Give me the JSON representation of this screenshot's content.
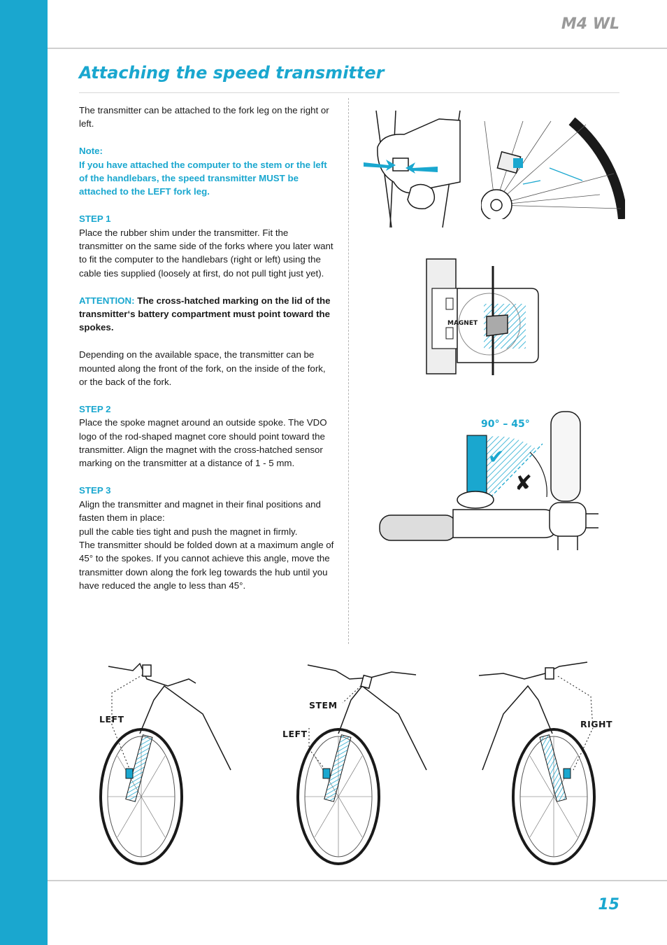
{
  "header": {
    "model": "M4 WL"
  },
  "section": {
    "title": "Attaching the speed transmitter"
  },
  "intro": "The transmitter can be attached to the fork leg on the right or left.",
  "note": {
    "label": "Note:",
    "text": "If you have attached the computer to the stem or the left of the handlebars, the speed transmitter MUST be attached to the LEFT fork leg."
  },
  "step1": {
    "label": "STEP 1",
    "text": "Place the rubber shim under the transmitter. Fit the transmitter on the same side of the forks where you later want to fit the computer to the handlebars (right or left) using the cable ties supplied (loosely at first, do not pull tight just yet)."
  },
  "attention": {
    "label": "ATTENTION:",
    "text": "The cross-hatched marking on the lid of the transmitter‘s battery compartment must point toward the spokes."
  },
  "mounting": "Depending on the available space, the transmitter can be mounted along the front of the fork, on the inside of the fork, or the back of the fork.",
  "step2": {
    "label": "STEP 2",
    "text": "Place the spoke magnet around an outside spoke. The VDO logo of the rod-shaped magnet core should point toward the transmitter. Align the magnet with the cross-hatched sensor marking on the transmitter at a distance of 1 - 5 mm."
  },
  "step3": {
    "label": "STEP 3",
    "line1": "Align the transmitter and magnet in their final positions and fasten them in place:",
    "line2": "pull the cable ties tight and push the magnet in firmly.",
    "line3": "The transmitter should be folded down at a maximum angle of 45° to the spokes. If you cannot achieve this angle, move the transmitter down along the fork leg towards the hub until you have reduced the angle to less than 45°."
  },
  "figures": {
    "magnet_label": "MAGNET",
    "angle_label": "90° – 45°",
    "bike1_label": "LEFT",
    "bike2_stem_label": "STEM",
    "bike2_left_label": "LEFT",
    "bike3_label": "RIGHT"
  },
  "footer": {
    "page": "15"
  },
  "colors": {
    "accent": "#1aa7cf",
    "muted": "#9a9a9a"
  }
}
